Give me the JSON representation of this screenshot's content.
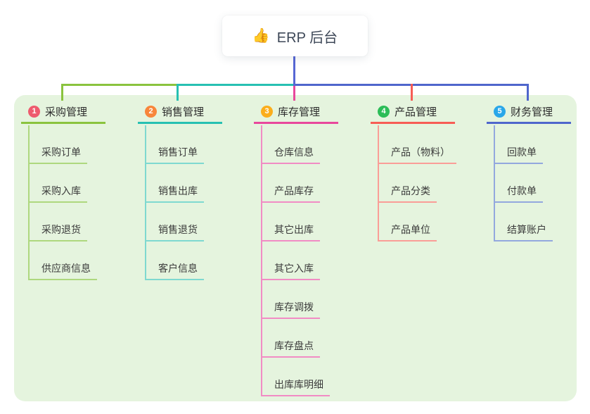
{
  "root": {
    "icon": "👍",
    "title": "ERP 后台"
  },
  "branches": [
    {
      "number": "1",
      "title": "采购管理",
      "badge_color": "#ee5b6e",
      "main_color": "#8ac33e",
      "light_color": "#aed87e",
      "children": [
        "采购订单",
        "采购入库",
        "采购退货",
        "供应商信息"
      ]
    },
    {
      "number": "2",
      "title": "销售管理",
      "badge_color": "#f8863b",
      "main_color": "#27c0b2",
      "light_color": "#7fd9d0",
      "children": [
        "销售订单",
        "销售出库",
        "销售退货",
        "客户信息"
      ]
    },
    {
      "number": "3",
      "title": "库存管理",
      "badge_color": "#fbae1c",
      "main_color": "#e8489c",
      "light_color": "#f18cc4",
      "children": [
        "仓库信息",
        "产品库存",
        "其它出库",
        "其它入库",
        "库存调拨",
        "库存盘点",
        "出库库明细"
      ]
    },
    {
      "number": "4",
      "title": "产品管理",
      "badge_color": "#2cbd58",
      "main_color": "#f75d55",
      "light_color": "#fa9d97",
      "children": [
        "产品（物料）",
        "产品分类",
        "产品单位"
      ]
    },
    {
      "number": "5",
      "title": "财务管理",
      "badge_color": "#29a7e9",
      "main_color": "#4f66cc",
      "light_color": "#93a8de",
      "children": [
        "回款单",
        "付款单",
        "结算账户"
      ]
    }
  ],
  "colors": {
    "panel_bg": "#e5f4de",
    "root_stem": "#5767d4",
    "text": "#333333"
  }
}
